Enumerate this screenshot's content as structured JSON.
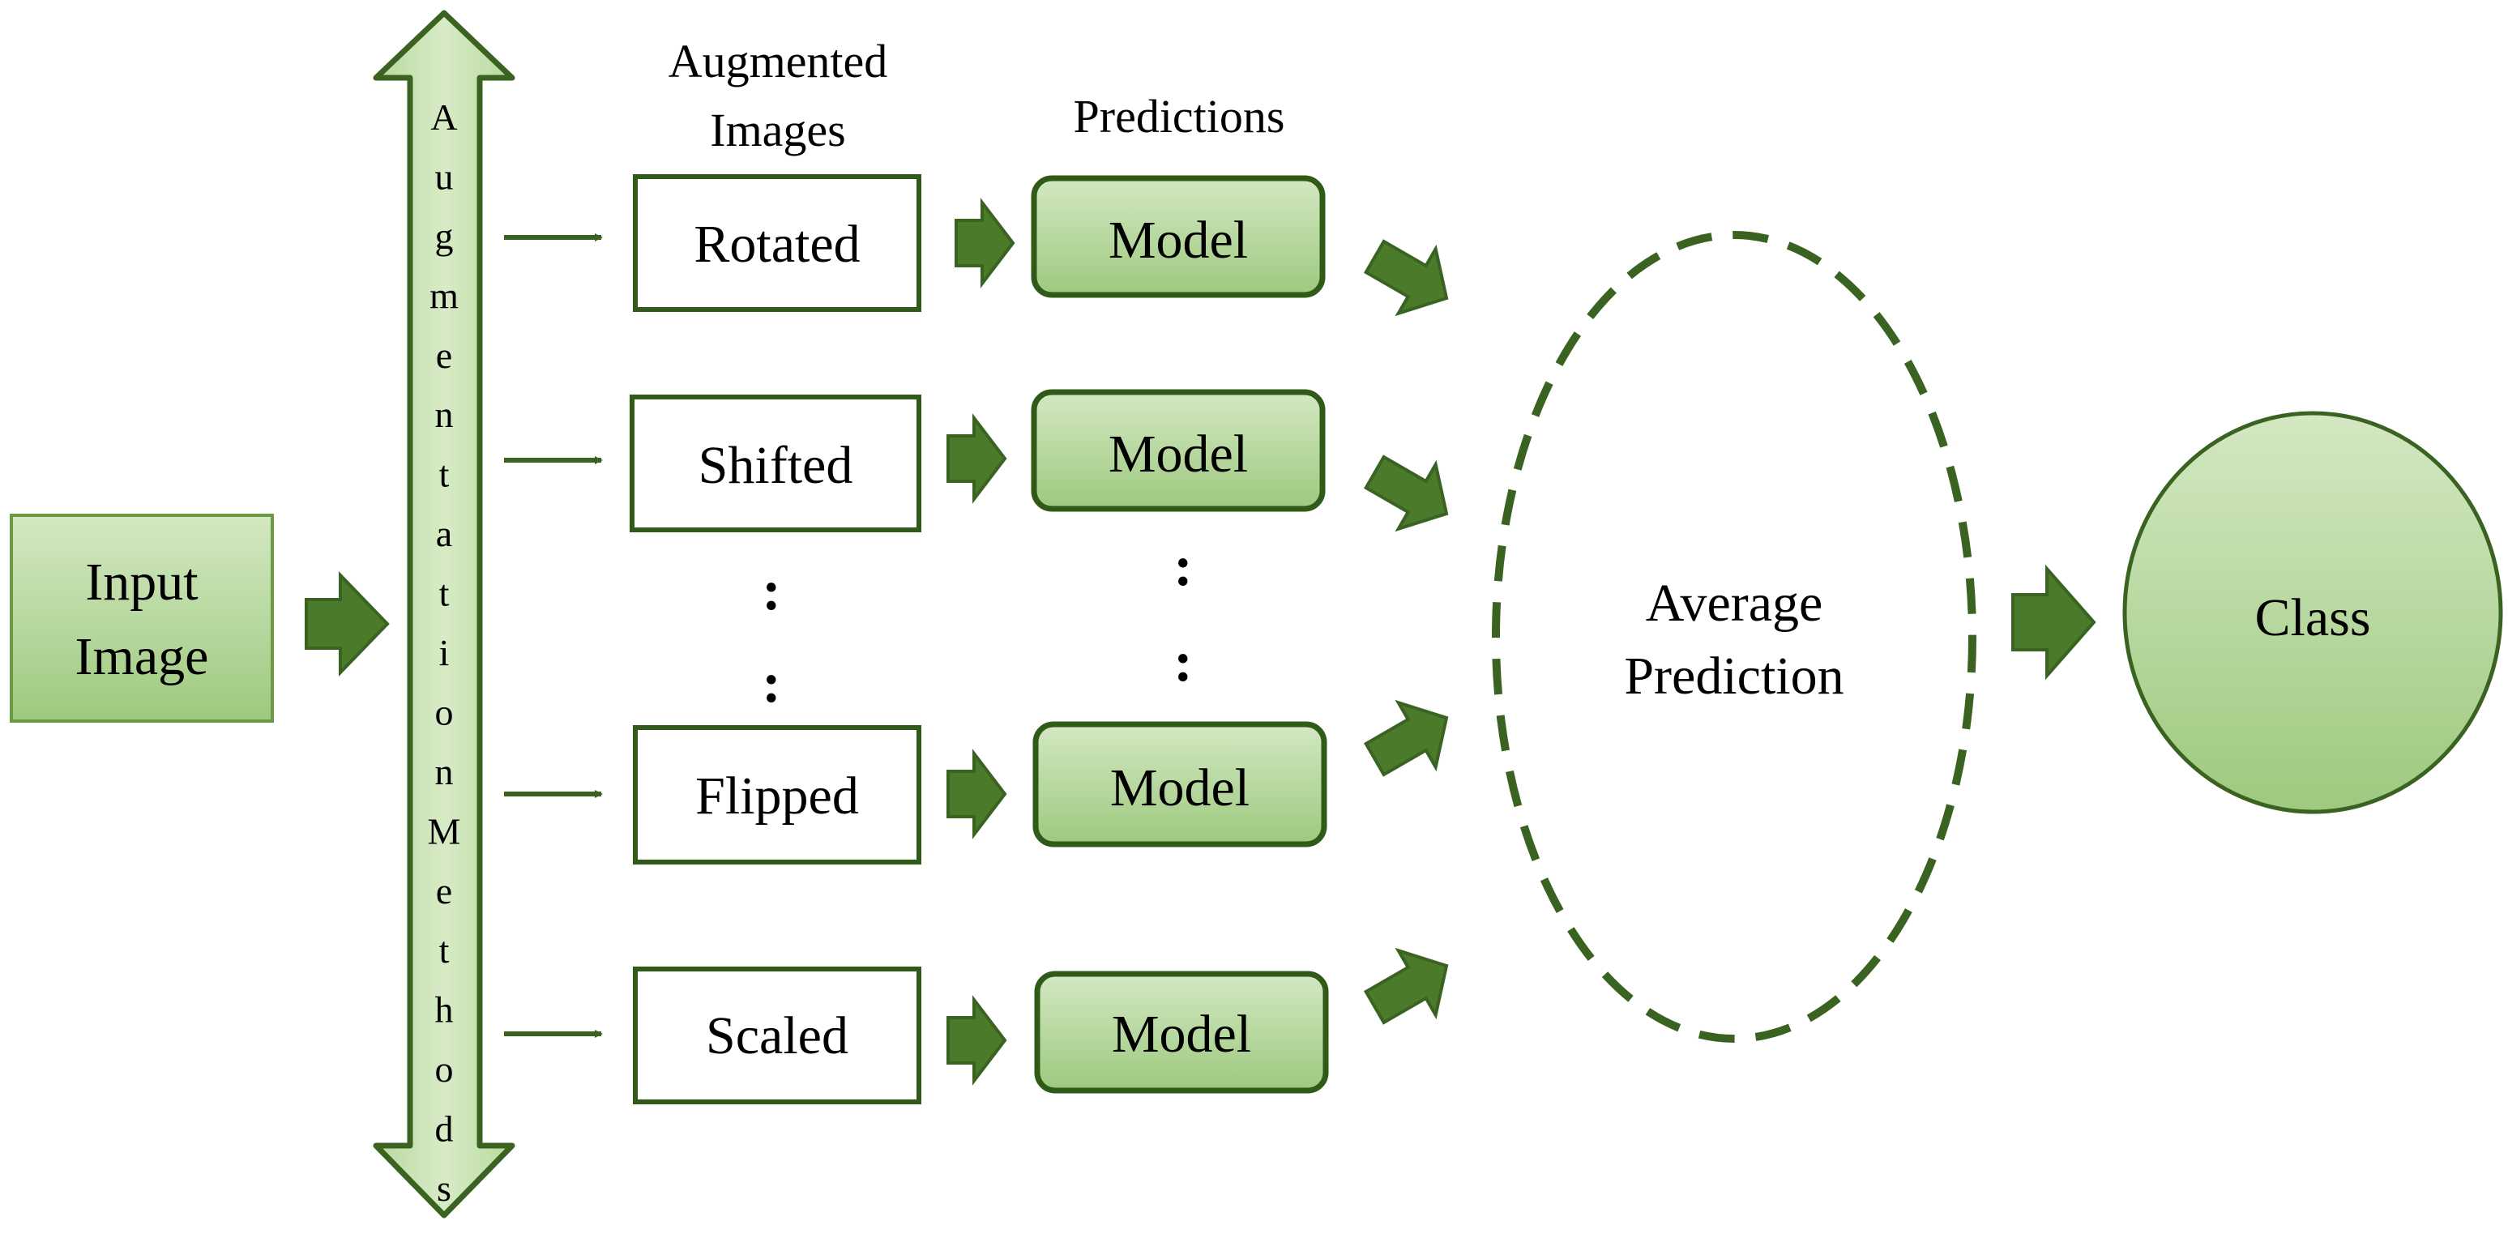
{
  "diagram": {
    "input_label": [
      "Input",
      "Image"
    ],
    "augmentation_label": "AugmentationMethods",
    "augmented_header": [
      "Augmented",
      "Images"
    ],
    "predictions_header": "Predictions",
    "augmented_images": [
      "Rotated",
      "Shifted",
      "Flipped",
      "Scaled"
    ],
    "model_label": "Model",
    "ellipsis": ":",
    "average_label": [
      "Average",
      "Prediction"
    ],
    "class_label": "Class"
  },
  "colors": {
    "arrow_dark": "#4b7a2a",
    "arrow_outline": "#3a6322",
    "fill_light": "#c6dfb0",
    "fill_mid": "#a9cf8c",
    "box_border": "#2f5a18",
    "text": "#000000"
  }
}
